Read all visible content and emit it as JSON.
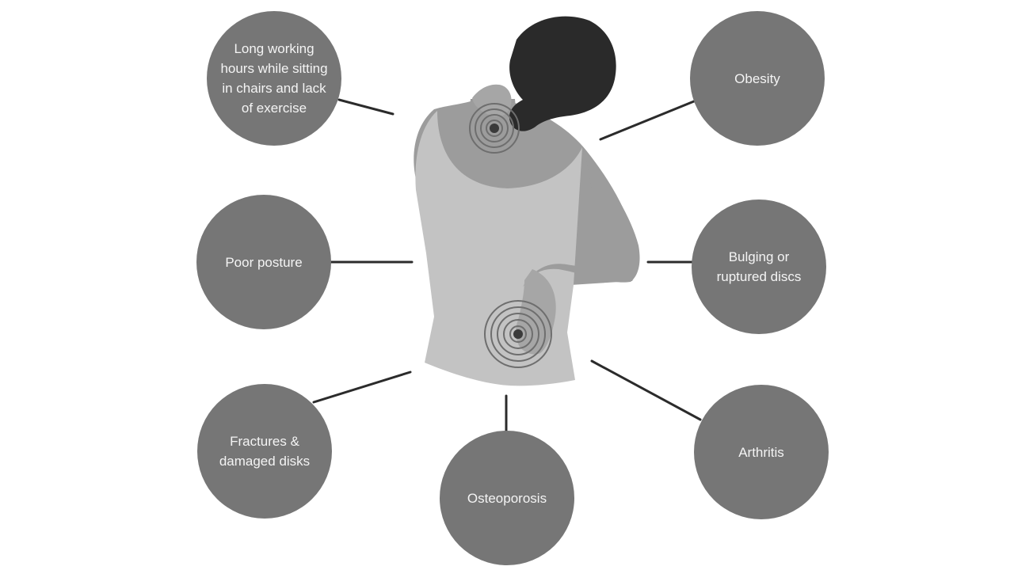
{
  "diagram": {
    "causes": [
      {
        "id": "long-hours",
        "label": "Long working hours while sitting in chairs and lack of exercise"
      },
      {
        "id": "obesity",
        "label": "Obesity"
      },
      {
        "id": "poor-posture",
        "label": "Poor posture"
      },
      {
        "id": "bulging-discs",
        "label": "Bulging or ruptured discs"
      },
      {
        "id": "fractures",
        "label": "Fractures & damaged disks"
      },
      {
        "id": "osteoporosis",
        "label": "Osteoporosis"
      },
      {
        "id": "arthritis",
        "label": "Arthritis"
      }
    ],
    "colors": {
      "bubble": "#767676",
      "bubble_text": "#f4f4f4",
      "connector": "#2b2b2b",
      "hair": "#2a2a2a",
      "skin": "#9c9c9c",
      "shirt": "#c3c3c3",
      "pain_marker": "#555555"
    },
    "icons": [
      "woman-back-pain-figure",
      "neck-pain-marker",
      "lower-back-pain-marker"
    ]
  }
}
